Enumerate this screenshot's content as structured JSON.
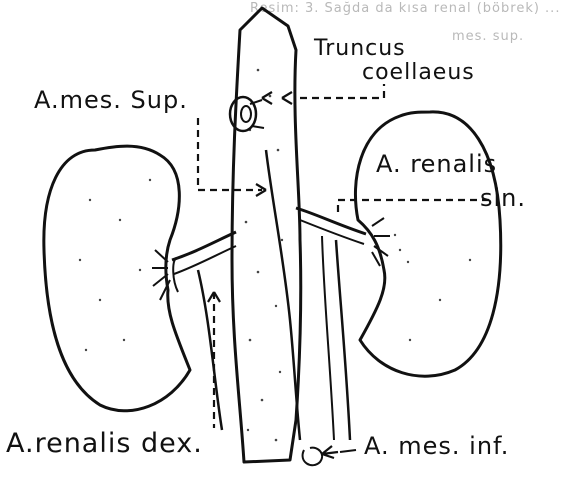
{
  "labels": {
    "truncus": "Truncus",
    "coeliacus": "coellaeus",
    "mes_sup": "A.mes. Sup.",
    "renalis_sin_a": "A. renalis",
    "renalis_sin_b": "sin.",
    "renalis_dex": "A.renalis dex.",
    "mes_inf": "A. mes. inf."
  },
  "bleed_through": {
    "top": "Resim: 3. Sağda da kısa renal (böbrek) ...",
    "script": "mes. sup."
  },
  "colors": {
    "ink": "#111111",
    "stipple": "#444444",
    "faint": "#b9b9b9",
    "paper": "#ffffff"
  }
}
